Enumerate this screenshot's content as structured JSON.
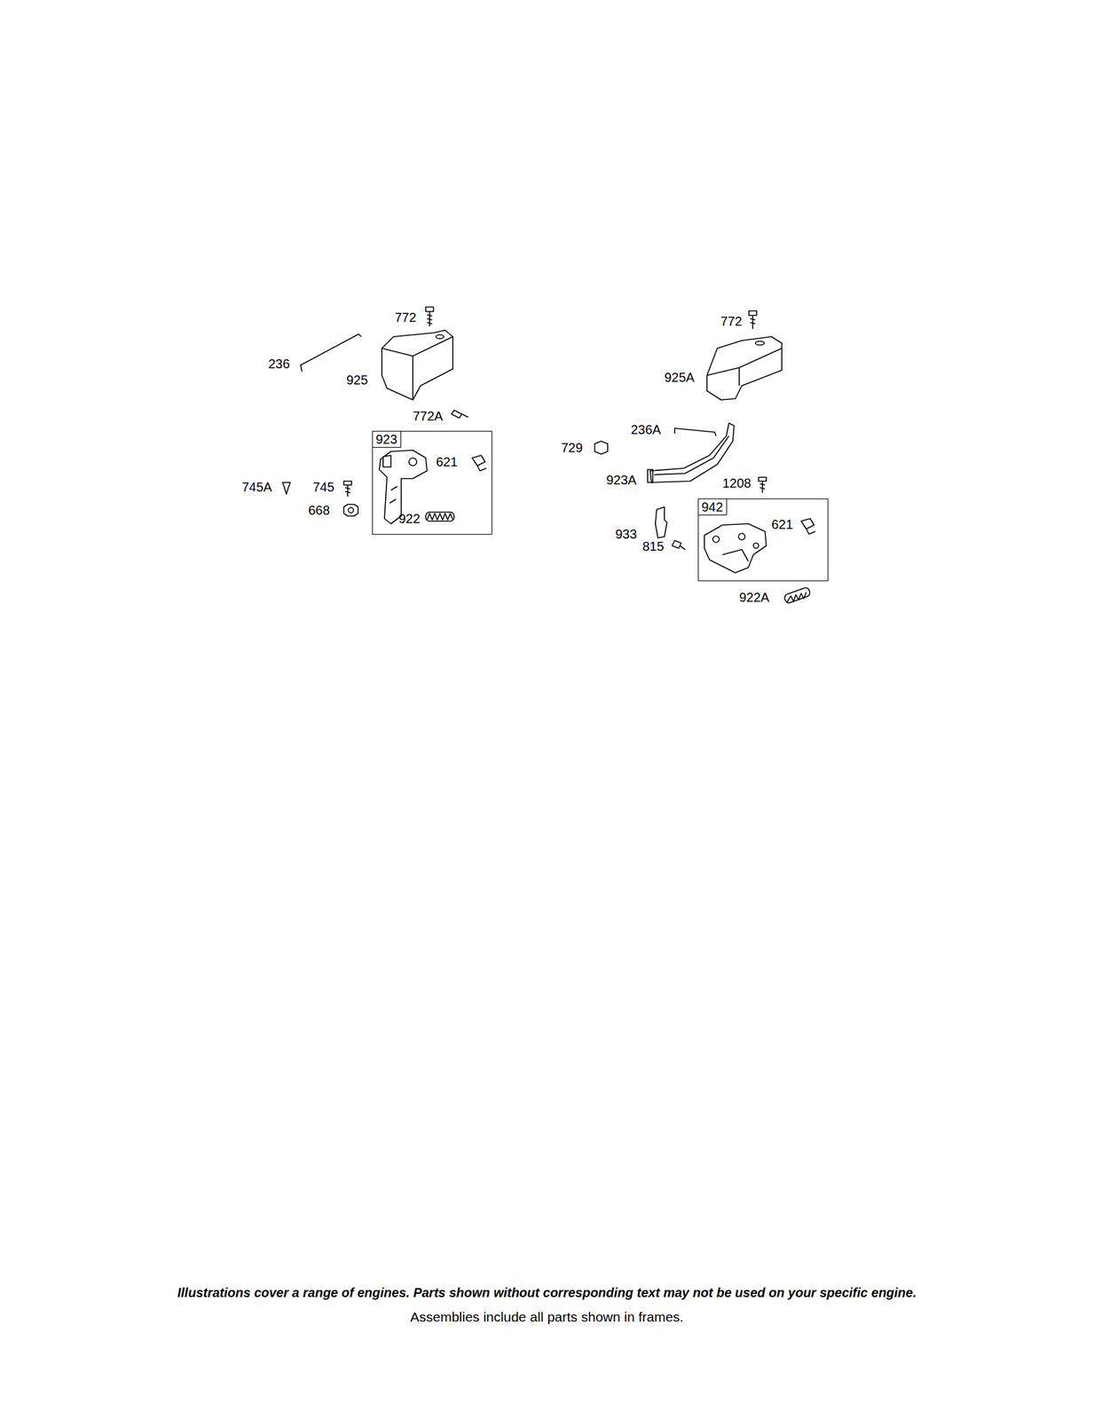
{
  "diagram": {
    "nodes": [
      {
        "text": [
          "923",
          "621",
          "922"
        ]
      },
      {
        "text": [
          "942",
          "621"
        ]
      }
    ],
    "labels": [
      "772",
      "236",
      "925",
      "772A",
      "745A",
      "745",
      "668",
      "772",
      "925A",
      "236A",
      "729",
      "923A",
      "1208",
      "933",
      "815",
      "922A",
      "Illustrations cover a range of engines. Parts shown without corresponding text may not be used on your specific engine.",
      "Assemblies include all parts shown in frames."
    ]
  }
}
